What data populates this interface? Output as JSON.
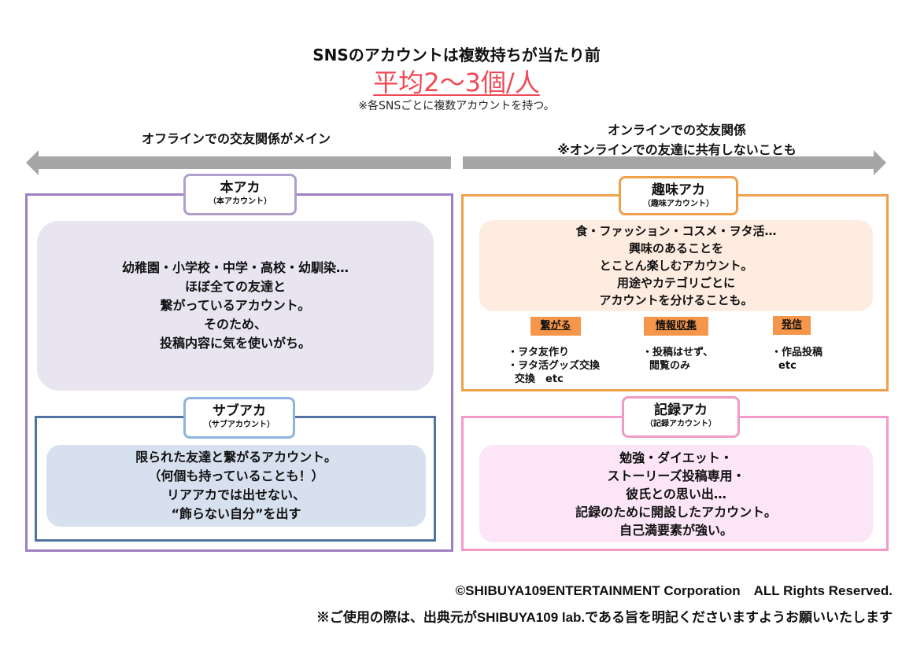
{
  "header": {
    "headline": "SNSのアカウントは複数持ちが当たり前",
    "stat": "平均2〜3個/人",
    "note": "※各SNSごとに複数アカウントを持つ。"
  },
  "axis": {
    "offline_label": "オフラインでの交友関係がメイン",
    "online_label_line1": "オンラインでの交友関係",
    "online_label_line2": "※オンラインでの友達に共有しないことも"
  },
  "accounts": {
    "main": {
      "title": "本アカ",
      "subtitle": "（本アカウント）",
      "lines": [
        "幼稚園・小学校・中学・高校・幼馴染…",
        "ほぼ全ての友達と",
        "繋がっているアカウント。",
        "そのため、",
        "投稿内容に気を使いがち。"
      ],
      "color": "#9d80c0"
    },
    "sub": {
      "title": "サブアカ",
      "subtitle": "（サブアカウント）",
      "lines": [
        "限られた友達と繋がるアカウント。",
        "（何個も持っていることも！）",
        "リアアカでは出せない、",
        "“飾らない自分”を出す"
      ],
      "color": "#4f72a0"
    },
    "hobby": {
      "title": "趣味アカ",
      "subtitle": "（趣味アカウント）",
      "lines": [
        "食・ファッション・コスメ・ヲタ活…",
        "興味のあることを",
        "とことん楽しむアカウント。",
        "用途やカテゴリごとに",
        "アカウントを分けることも。"
      ],
      "color": "#f0a04a",
      "categories": [
        {
          "label": "繋がる",
          "items": "・ヲタ友作り\n・ヲタ活グッズ交換\n  交換　etc"
        },
        {
          "label": "情報収集",
          "items": "・投稿はせず、\n  閲覧のみ"
        },
        {
          "label": "発信",
          "items": "・作品投稿\n  etc"
        }
      ]
    },
    "record": {
      "title": "記録アカ",
      "subtitle": "（記録アカウント）",
      "lines": [
        "勉強・ダイエット・",
        "ストーリーズ投稿専用・",
        "彼氏との思い出…",
        "記録のために開設したアカウント。",
        "自己満要素が強い。"
      ],
      "color": "#f59ac8"
    }
  },
  "footer": {
    "copyright": "©SHIBUYA109ENTERTAINMENT Corporation　ALL Rights Reserved.",
    "usage": "※ご使用の際は、出典元がSHIBUYA109 lab.である旨を明記くださいますようお願いいたします"
  },
  "colors": {
    "stat_red": "#f04a55",
    "arrow_gray": "#a6a6a6",
    "category_orange": "#f5964a"
  }
}
